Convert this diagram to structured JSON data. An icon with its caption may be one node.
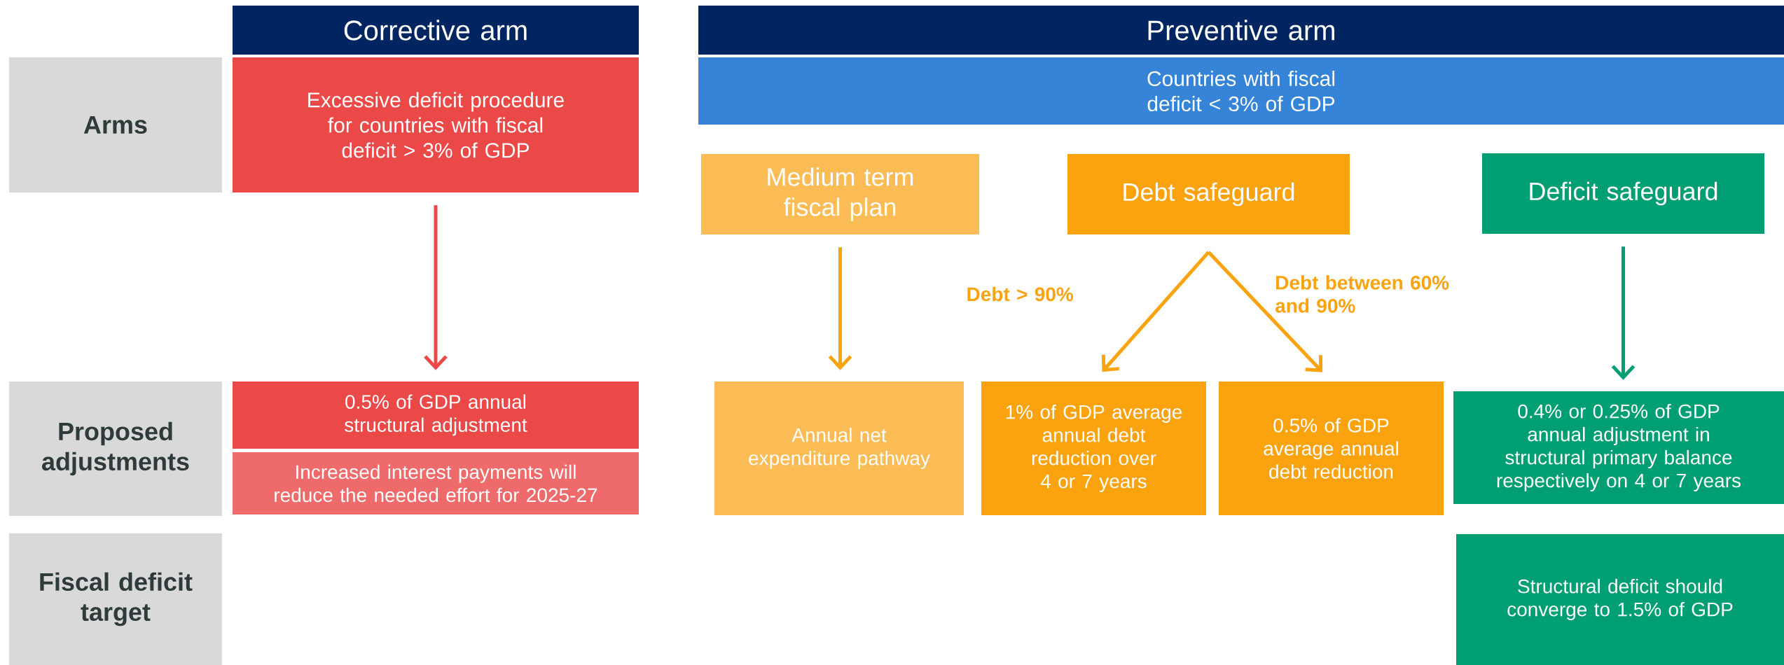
{
  "diagram": {
    "nodes": [
      {
        "text": [
          "Corrective arm"
        ]
      },
      {
        "text": [
          "Preventive arm"
        ]
      },
      {
        "text": [
          "Arms"
        ]
      },
      {
        "text": [
          "Excessive deficit procedure for countries with fiscal deficit > 3% of GDP"
        ]
      },
      {
        "text": [
          "Countries with fiscal deficit < 3% of GDP"
        ]
      },
      {
        "text": [
          "Medium term fiscal plan"
        ]
      },
      {
        "text": [
          "Debt safeguard"
        ]
      },
      {
        "text": [
          "Deficit safeguard"
        ]
      },
      {
        "text": [
          "Proposed adjustments"
        ]
      },
      {
        "text": [
          "0.5% of GDP annual structural adjustment"
        ]
      },
      {
        "text": [
          "Increased interest payments will reduce the needed effort for 2025-27"
        ]
      },
      {
        "text": [
          "Annual net expenditure pathway"
        ]
      },
      {
        "text": [
          "1% of GDP average annual debt reduction over 4 or 7 years"
        ]
      },
      {
        "text": [
          "0.5% of GDP average annual debt reduction"
        ]
      },
      {
        "text": [
          "0.4% or 0.25% of GDP annual adjustment in structural primary balance respectively on 4 or 7 years"
        ]
      },
      {
        "text": [
          "Fiscal deficit target"
        ]
      },
      {
        "text": [
          "Structural deficit should converge to 1.5% of GDP"
        ]
      }
    ],
    "edges": [
      {
        "from": 3,
        "to": 9,
        "arrow": "to",
        "color": "#eb4848"
      },
      {
        "from": 5,
        "to": 11,
        "arrow": "to"
      },
      {
        "from": 6,
        "to": 12,
        "arrow": "to",
        "label": "Debt > 90%"
      },
      {
        "from": 6,
        "to": 13,
        "arrow": "to",
        "label": "Debt between 60% and 90%"
      },
      {
        "from": 7,
        "to": 14,
        "arrow": "to",
        "color": "#009e73"
      }
    ]
  }
}
